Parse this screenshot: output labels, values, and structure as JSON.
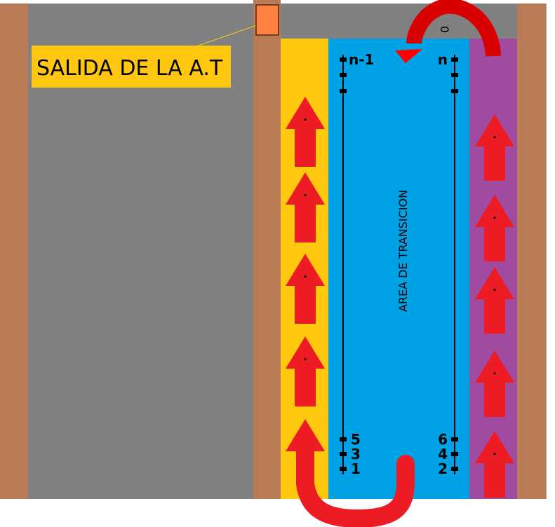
{
  "callout": {
    "label": "SALIDA DE LA A.T"
  },
  "transition_area": {
    "label": "AREA DE TRANSICION"
  },
  "top_marker": "0",
  "left_line": {
    "top_label": "n-1",
    "bottom_labels": [
      "5",
      "3",
      "1"
    ]
  },
  "right_line": {
    "top_label": "n",
    "bottom_labels": [
      "6",
      "4",
      "2"
    ]
  },
  "colors": {
    "shoulder": "#b87b56",
    "road": "#808080",
    "yellow_lane": "#ffc80f",
    "transition": "#00a2e6",
    "purple_lane": "#a04aa0",
    "arrow": "#ed1c24",
    "callout_box": "#ff8040"
  }
}
